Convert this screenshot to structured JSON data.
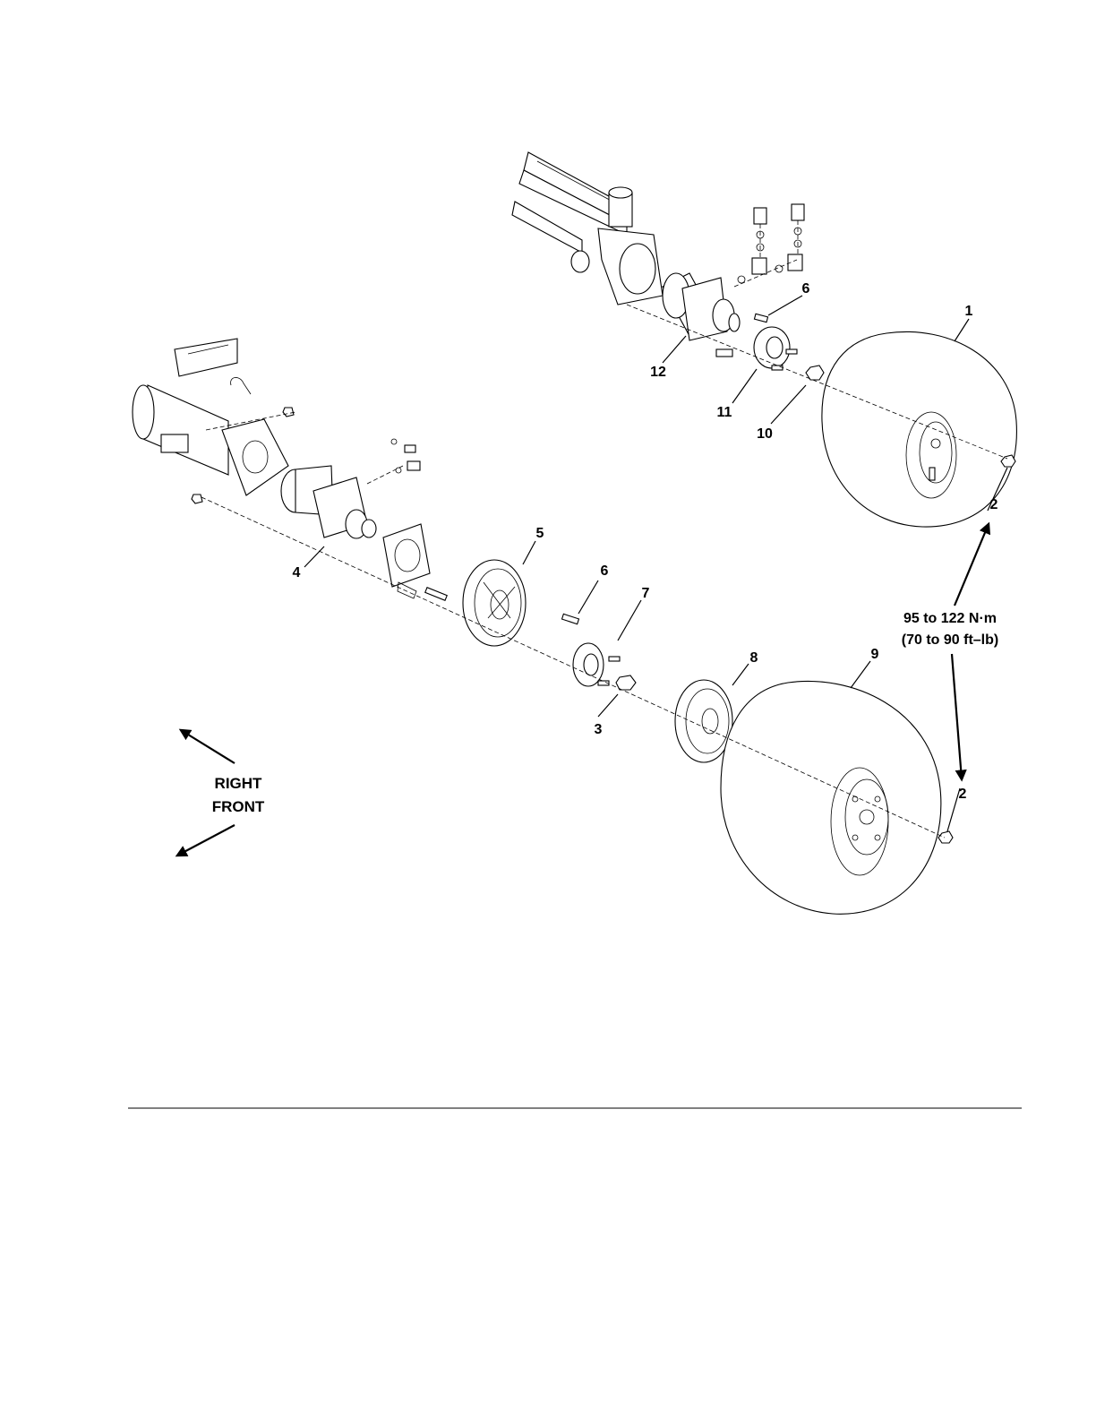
{
  "callouts": {
    "c1": "1",
    "c2a": "2",
    "c2b": "2",
    "c3": "3",
    "c4": "4",
    "c5": "5",
    "c6a": "6",
    "c6b": "6",
    "c7": "7",
    "c8": "8",
    "c9": "9",
    "c10": "10",
    "c11": "11",
    "c12": "12"
  },
  "orientation": {
    "line1": "RIGHT",
    "line2": "FRONT"
  },
  "torque": {
    "line1": "95 to 122 N·m",
    "line2": "(70 to 90 ft–lb)"
  }
}
